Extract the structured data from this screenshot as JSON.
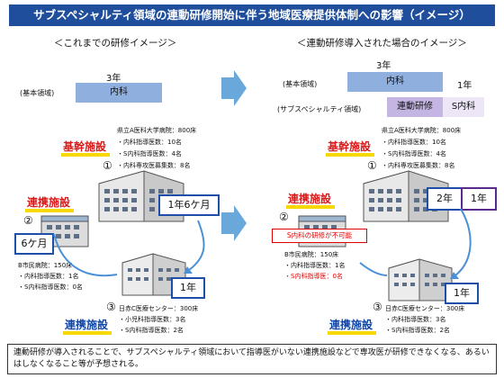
{
  "title": "サブスペシャルティ領域の連動研修開始に伴う地域医療提供体制への影響（イメージ）",
  "left": {
    "heading": "＜これまでの研修イメージ＞",
    "years_label": "3年",
    "basic_label": "(基本領域)",
    "basic_bar": "内科",
    "kikan_title": "基幹施設",
    "kikan_num": "①",
    "kikan_info": [
      "県立A医科大学病院：800床",
      "・内科指導医数：10名",
      "・S内科指導医数：4名",
      "・内科専攻医募集数：8名"
    ],
    "renkei1_title": "連携施設",
    "renkei1_num": "②",
    "renkei1_period": "6ケ月",
    "kikan_period": "1年6ケ月",
    "renkei1_info": [
      "B市民病院：150床",
      "・内科指導医数：1名",
      "・S内科指導医数：0名"
    ],
    "renkei2_num": "③",
    "renkei2_period": "1年",
    "renkei2_info": [
      "日赤C医療センター：300床",
      "・小児科指導医数：3名",
      "・S内科指導医数：2名"
    ],
    "renkei2_title": "連携施設"
  },
  "right": {
    "heading": "＜連動研修導入された場合のイメージ＞",
    "years_label": "3年",
    "basic_label": "(基本領域)",
    "basic_bar": "内科",
    "basic_extra": "1年",
    "sub_label": "(サブスペシャルティ領域)",
    "sub_bar_a": "連動研修",
    "sub_bar_b": "S内科",
    "kikan_title": "基幹施設",
    "kikan_num": "①",
    "kikan_info": [
      "県立A医科大学病院：800床",
      "・内科指導医数：10名",
      "・S内科指導医数：4名",
      "・内科専攻医募集数：8名"
    ],
    "renkei1_title": "連携施設",
    "kikan_period_a": "2年",
    "kikan_period_b": "1年",
    "renkei1_num": "②",
    "not_possible": "S内科の研修が不可能",
    "renkei1_info": [
      "B市民病院：150床",
      "・内科指導医数：1名"
    ],
    "renkei1_info_red": "・S内科指導医：0名",
    "renkei2_num": "③",
    "renkei2_period": "1年",
    "renkei2_info": [
      "日赤C医療センター：300床",
      "・内科指導医数：3名",
      "・S内科指導医数：2名"
    ],
    "renkei2_title": "連携施設"
  },
  "bottom_text": "連動研修が導入されることで、サブスペシャルティ領域において指導医がいない連携施設などで専攻医が研修できなくなる、あるいはしなくなること等が予想される。",
  "colors": {
    "title_bg": "#1f4e9c",
    "basic_bar": "#8fb0de",
    "sub_bar_a": "#c5b5e3",
    "sub_bar_b": "#ece6f6",
    "arrow": "#6aa8dc",
    "red": "#e00000",
    "yellow": "#f7d800"
  }
}
